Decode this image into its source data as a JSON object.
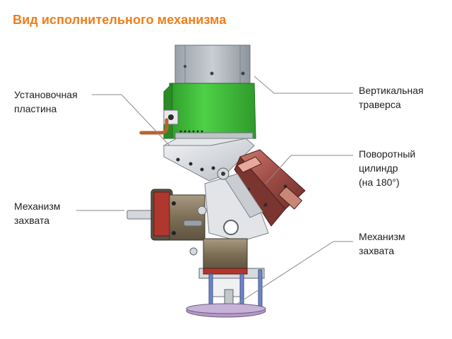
{
  "title": "Вид исполнительного механизма",
  "labels": {
    "mounting_plate": [
      "Установочная",
      "пластина"
    ],
    "gripper_left": [
      "Механизм",
      "захвата"
    ],
    "vertical_beam": [
      "Вертикальная",
      "траверса"
    ],
    "rotary_cylinder": [
      "Поворотный",
      "цилиндр",
      "(на 180°)"
    ],
    "gripper_bottom": [
      "Механизм",
      "захвата"
    ]
  },
  "colors": {
    "title": "#f07d1a",
    "beam": "#b4bac2",
    "green_bracket": "#3fbf3a",
    "rotary_cylinder": "#9c4a44",
    "gripper_body": "#8a7a60",
    "base_plate": "#b39ac6"
  }
}
